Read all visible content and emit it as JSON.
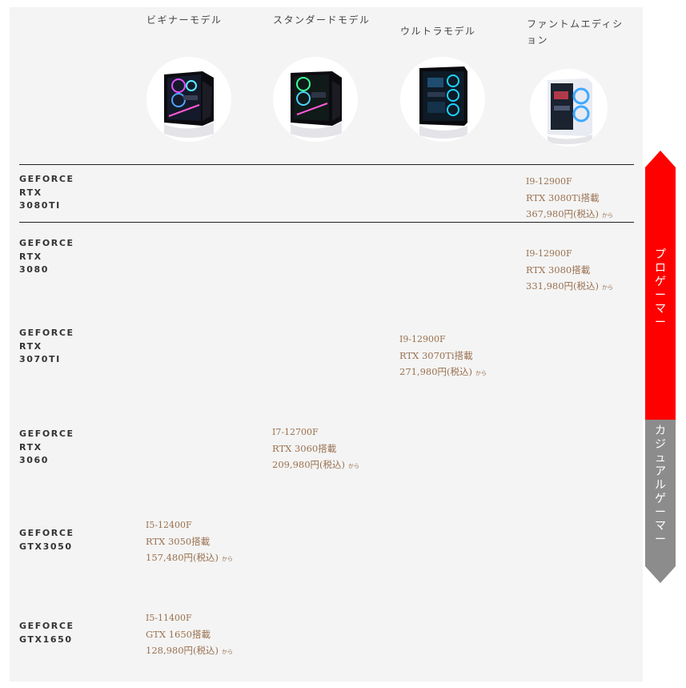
{
  "columns": [
    {
      "label": "ビギナーモデル"
    },
    {
      "label": "スタンダードモデル"
    },
    {
      "label": "ウルトラモデル"
    },
    {
      "label": "ファントムエディション"
    }
  ],
  "rows": [
    {
      "label_lines": [
        "GEFORCE",
        "RTX",
        "3080TI"
      ]
    },
    {
      "label_lines": [
        "GEFORCE",
        "RTX",
        "3080"
      ]
    },
    {
      "label_lines": [
        "GEFORCE",
        "RTX",
        "3070TI"
      ]
    },
    {
      "label_lines": [
        "GEFORCE",
        "RTX",
        "3060"
      ]
    },
    {
      "label_lines": [
        "GEFORCE",
        "GTX3050"
      ]
    },
    {
      "label_lines": [
        "GEFORCE",
        "GTX1650"
      ]
    }
  ],
  "cells": [
    {
      "cpu": "I9-12900F",
      "gpu": "RTX 3080Ti搭載",
      "price": "367,980円(税込)",
      "from": "から"
    },
    {
      "cpu": "I9-12900F",
      "gpu": "RTX 3080搭載",
      "price": "331,980円(税込)",
      "from": "から"
    },
    {
      "cpu": "I9-12900F",
      "gpu": "RTX 3070Ti搭載",
      "price": "271,980円(税込)",
      "from": "から"
    },
    {
      "cpu": "I7-12700F",
      "gpu": "RTX 3060搭載",
      "price": "209,980円(税込)",
      "from": "から"
    },
    {
      "cpu": "I5-12400F",
      "gpu": "RTX 3050搭載",
      "price": "157,480円(税込)",
      "from": "から"
    },
    {
      "cpu": "I5-11400F",
      "gpu": "GTX 1650搭載",
      "price": "128,980円(税込)",
      "from": "から"
    }
  ],
  "arrow": {
    "pro_label": "プロゲーマー",
    "casual_label": "カジュアルゲーマー",
    "pro_color": "#ff0000",
    "casual_color": "#8c8c8c"
  }
}
